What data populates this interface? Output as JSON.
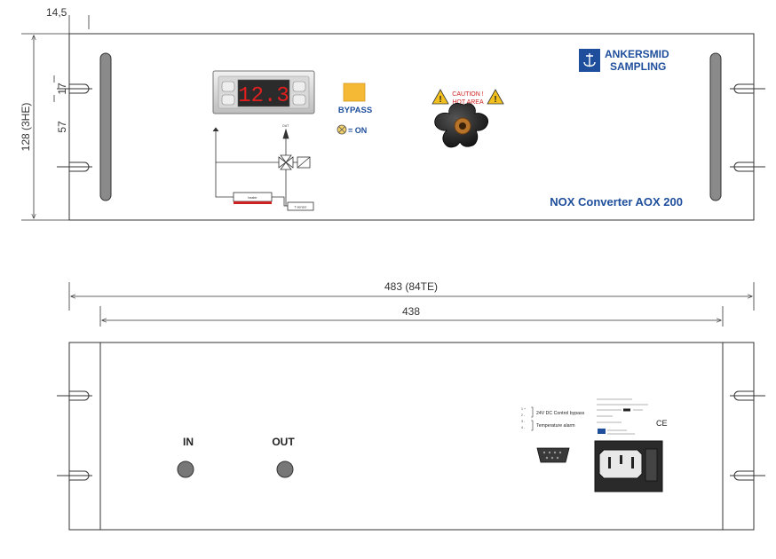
{
  "dimensions": {
    "flange_offset": "14,5",
    "height": "128 (3HE)",
    "hole_spacing_small": "17",
    "hole_spacing_large": "57",
    "total_width": "483 (84TE)",
    "inner_width": "438"
  },
  "front_panel": {
    "brand_line1": "ANKERSMID",
    "brand_line2": "SAMPLING",
    "display_value": "12.3",
    "bypass_label": "BYPASS",
    "on_legend": "= ON",
    "caution_text_line1": "CAUTION !",
    "caution_text_line2": "HOT AREA",
    "product_name": "NOX Converter AOX 200"
  },
  "rear_panel": {
    "in_label": "IN",
    "out_label": "OUT",
    "connector_pin_1": "1 +",
    "connector_pin_2": "2 -",
    "connector_pin_3": "3 -",
    "connector_pin_4": "4 -",
    "connector_label_1": "24V DC Control bypass",
    "connector_label_2": "Temperature alarm",
    "ce_mark": "CE"
  },
  "colors": {
    "line": "#333333",
    "brand_blue": "#1e4e9c",
    "display_red": "#e02020",
    "bypass_yellow": "#f5b936",
    "caution_red": "#cc2222",
    "warning_yellow": "#f2c01e",
    "knob_black": "#1a1a1a",
    "bolt_grey": "#777777"
  },
  "icons": {
    "warning": "warning-triangle-icon",
    "lamp": "indicator-lamp-icon",
    "logo": "ankersmid-logo-icon",
    "knob": "star-knob-icon",
    "valve": "three-way-valve-icon",
    "power": "iec-power-inlet-icon",
    "serial": "sub-d-connector-icon"
  }
}
